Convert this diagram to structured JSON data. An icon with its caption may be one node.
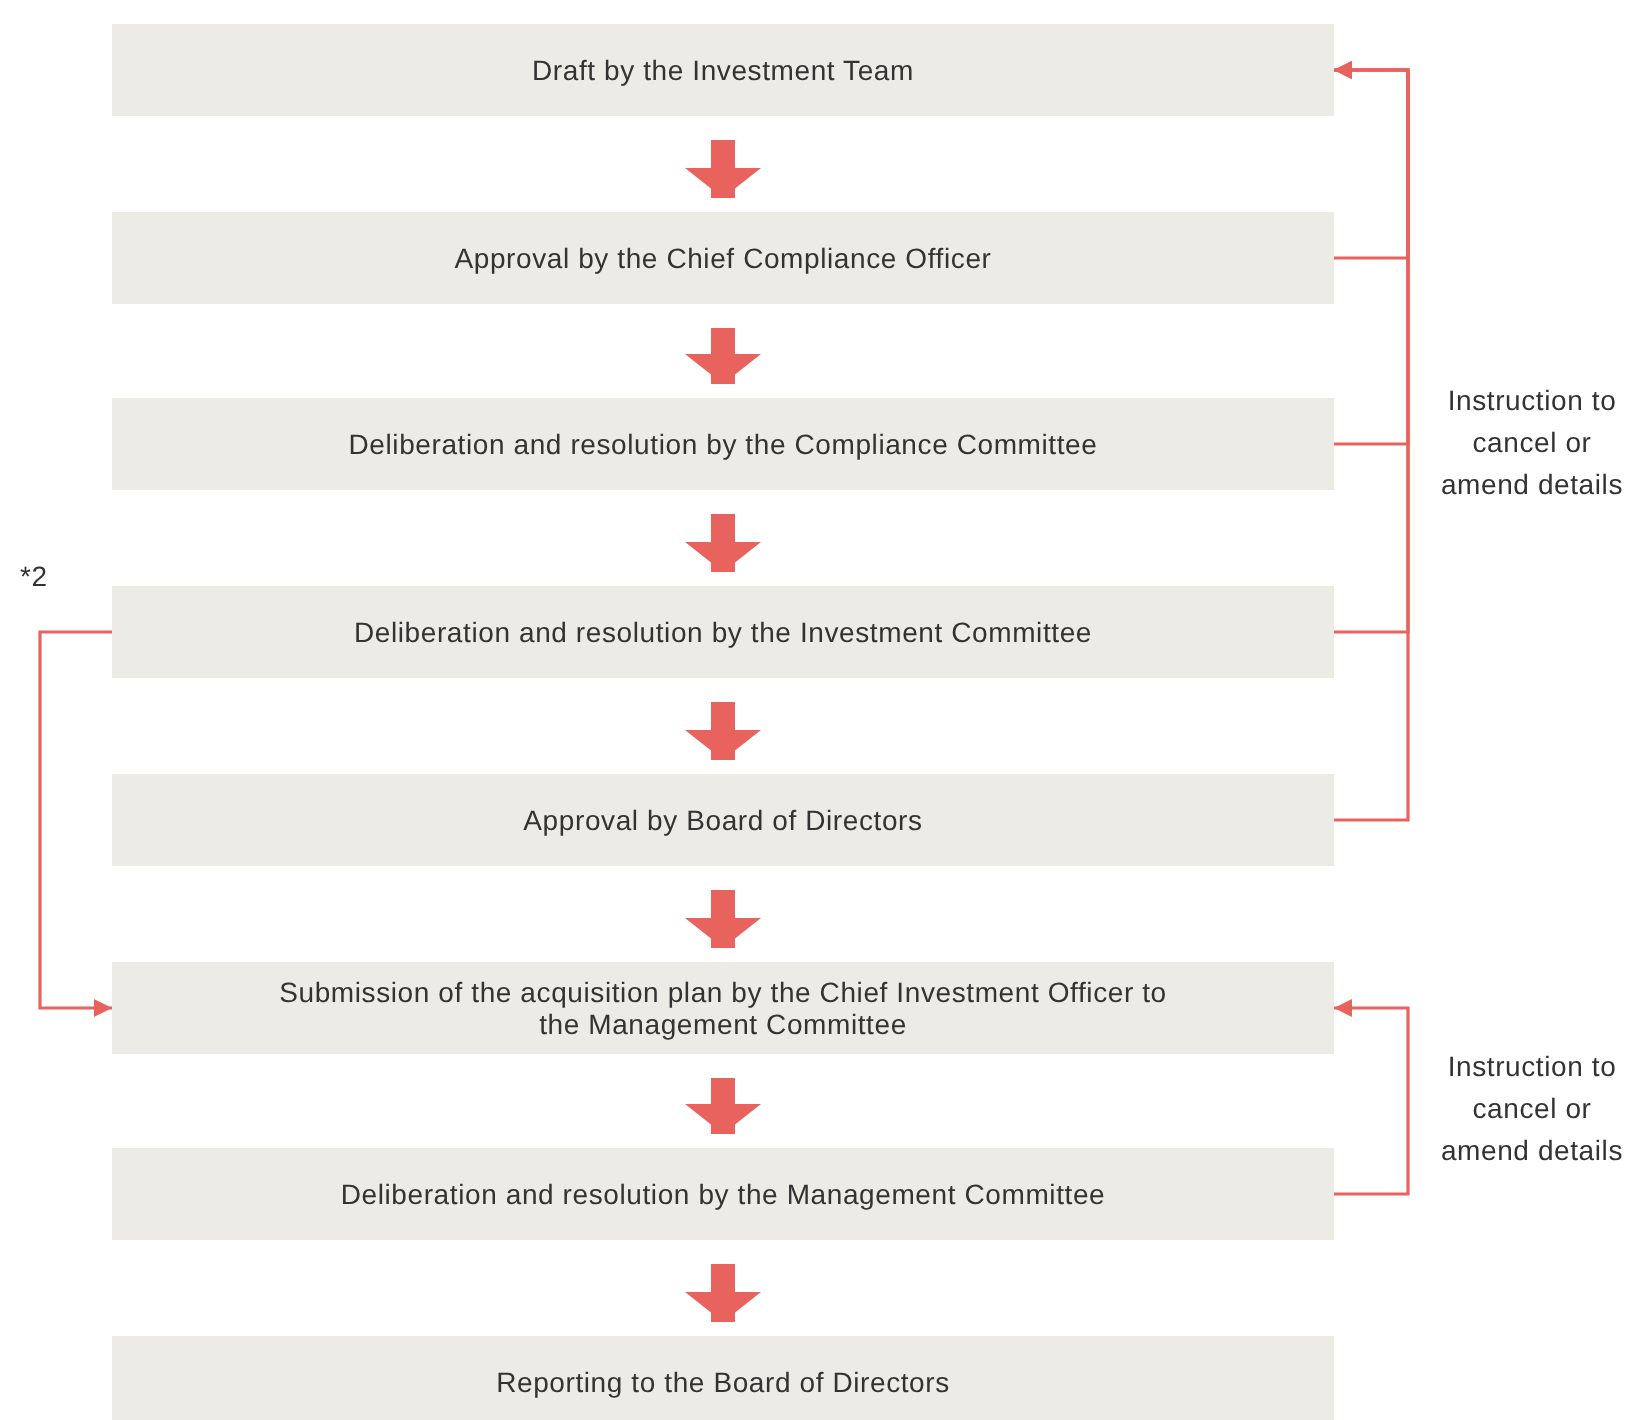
{
  "diagram": {
    "nodes": [
      {
        "text": [
          "Draft by the Investment Team"
        ]
      },
      {
        "text": [
          "Approval by the Chief Compliance Officer"
        ]
      },
      {
        "text": [
          "Deliberation and resolution by the Compliance Committee"
        ]
      },
      {
        "text": [
          "Deliberation and resolution by the Investment Committee"
        ]
      },
      {
        "text": [
          "Approval by Board of Directors"
        ]
      },
      {
        "text": [
          "Submission of the acquisition plan by the Chief Investment Officer to the Management Committee"
        ]
      },
      {
        "text": [
          "Deliberation and resolution by the Management Committee"
        ]
      },
      {
        "text": [
          "Reporting to the Board of Directors"
        ]
      }
    ],
    "edges": [
      {
        "from": 0,
        "to": 1,
        "arrow": "to"
      },
      {
        "from": 1,
        "to": 2,
        "arrow": "to"
      },
      {
        "from": 2,
        "to": 3,
        "arrow": "to"
      },
      {
        "from": 3,
        "to": 4,
        "arrow": "to"
      },
      {
        "from": 4,
        "to": 5,
        "arrow": "to"
      },
      {
        "from": 5,
        "to": 6,
        "arrow": "to"
      },
      {
        "from": 6,
        "to": 7,
        "arrow": "to"
      },
      {
        "from": 1,
        "to": 0,
        "arrow": "to"
      },
      {
        "from": 2,
        "to": 0,
        "arrow": "to"
      },
      {
        "from": 3,
        "to": 0,
        "arrow": "to"
      },
      {
        "from": 4,
        "to": 0,
        "arrow": "to"
      },
      {
        "from": 6,
        "to": 5,
        "arrow": "to"
      },
      {
        "from": 3,
        "to": 5,
        "arrow": "to"
      }
    ],
    "labels": [
      "*2",
      "Instruction to cancel or amend details",
      "Instruction to cancel or amend details"
    ]
  }
}
